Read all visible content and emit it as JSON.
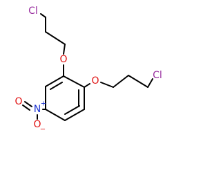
{
  "molecule": {
    "atoms": {
      "cl_top": "Cl",
      "o_upper": "O",
      "o_lower": "O",
      "cl_right": "Cl",
      "n_nitro": "N",
      "o_nitro_left": "O",
      "o_nitro_bottom": "O"
    },
    "charges": {
      "n_plus": "+",
      "o_minus": "−"
    },
    "colors": {
      "bond": "#000000",
      "chlorine": "#9a30a0",
      "oxygen": "#e01010",
      "nitrogen": "#1830d0",
      "background": "#ffffff"
    }
  }
}
